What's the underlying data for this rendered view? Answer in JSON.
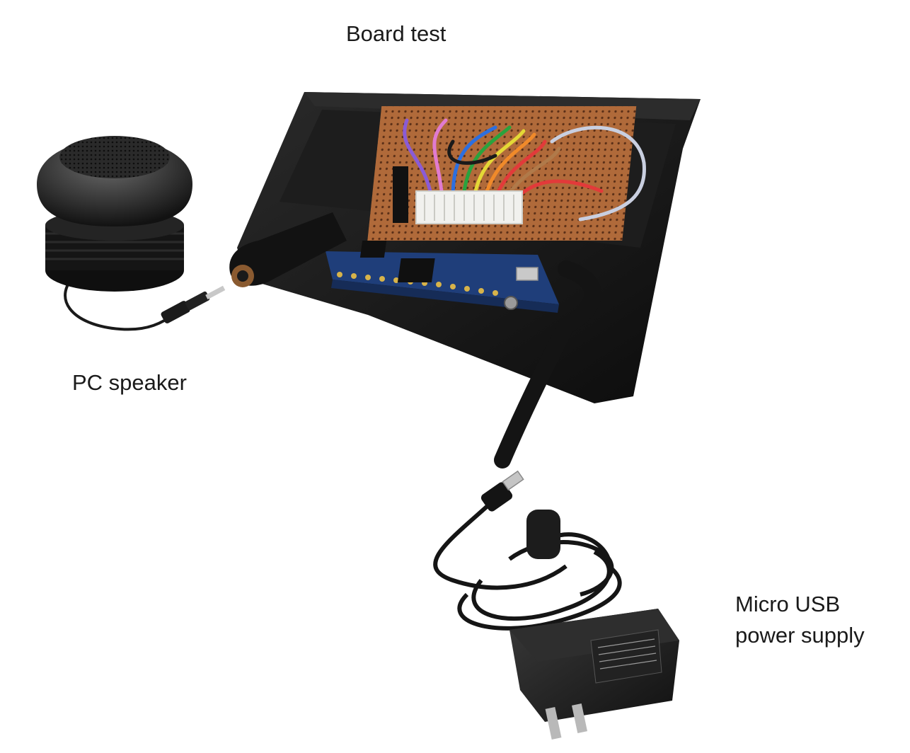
{
  "labels": {
    "board": "Board test",
    "speaker": "PC speaker",
    "psu_line1": "Micro USB",
    "psu_line2": "power supply"
  },
  "colors": {
    "background": "#ffffff",
    "enclosure": "#141414",
    "perfboard": "#b06a3a",
    "pcb": "#1f3e7a",
    "header": "#f1f1ee"
  }
}
